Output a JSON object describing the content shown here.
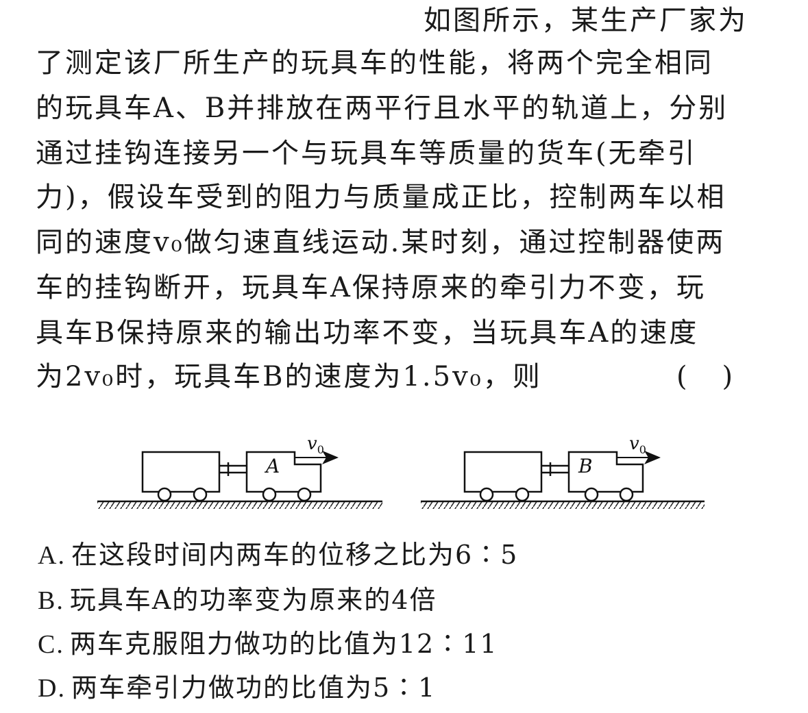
{
  "problem": {
    "lines": [
      "如图所示，某生产厂家为",
      "了测定该厂所生产的玩具车的性能，将两个完全相同",
      "的玩具车A、B并排放在两平行且水平的轨道上，分别",
      "通过挂钩连接另一个与玩具车等质量的货车(无牵引",
      "力)，假设车受到的阻力与质量成正比，控制两车以相",
      "同的速度v₀做匀速直线运动.某时刻，通过控制器使两",
      "车的挂钩断开，玩具车A保持原来的牵引力不变，玩",
      "具车B保持原来的输出功率不变，当玩具车A的速度",
      "为2v₀时，玩具车B的速度为1.5v₀，则"
    ],
    "blank": "(    )"
  },
  "figure": {
    "car_a_label": "A",
    "car_b_label": "B",
    "velocity_label": "v",
    "velocity_sub": "0"
  },
  "options": [
    {
      "letter": "A.",
      "text": "在这段时间内两车的位移之比为6∶5"
    },
    {
      "letter": "B.",
      "text": "玩具车A的功率变为原来的4倍"
    },
    {
      "letter": "C.",
      "text": "两车克服阻力做功的比值为12∶11"
    },
    {
      "letter": "D.",
      "text": "两车牵引力做功的比值为5∶1"
    }
  ]
}
